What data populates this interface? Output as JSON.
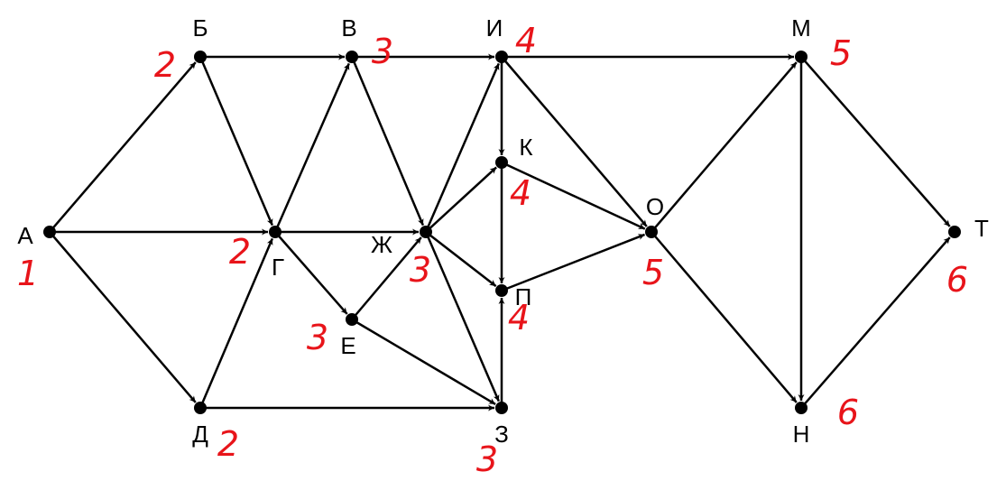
{
  "graph": {
    "nodes": [
      {
        "id": "A",
        "label": "А",
        "mark": "1"
      },
      {
        "id": "B",
        "label": "Б",
        "mark": "2"
      },
      {
        "id": "V",
        "label": "В",
        "mark": "3"
      },
      {
        "id": "I",
        "label": "И",
        "mark": "4"
      },
      {
        "id": "M",
        "label": "М",
        "mark": "5"
      },
      {
        "id": "G",
        "label": "Г",
        "mark": "2"
      },
      {
        "id": "K",
        "label": "К",
        "mark": "4"
      },
      {
        "id": "Zh",
        "label": "Ж",
        "mark": "3"
      },
      {
        "id": "O",
        "label": "О",
        "mark": "5"
      },
      {
        "id": "T",
        "label": "Т",
        "mark": "6"
      },
      {
        "id": "P",
        "label": "П",
        "mark": "4"
      },
      {
        "id": "E",
        "label": "Е",
        "mark": "3"
      },
      {
        "id": "D",
        "label": "Д",
        "mark": "2"
      },
      {
        "id": "Z",
        "label": "З",
        "mark": "3"
      },
      {
        "id": "N",
        "label": "Н",
        "mark": "6"
      }
    ],
    "edges": [
      [
        "A",
        "B"
      ],
      [
        "A",
        "G"
      ],
      [
        "A",
        "D"
      ],
      [
        "B",
        "V"
      ],
      [
        "B",
        "G"
      ],
      [
        "V",
        "I"
      ],
      [
        "V",
        "Zh"
      ],
      [
        "I",
        "M"
      ],
      [
        "I",
        "K"
      ],
      [
        "I",
        "O"
      ],
      [
        "G",
        "V"
      ],
      [
        "G",
        "Zh"
      ],
      [
        "G",
        "E"
      ],
      [
        "D",
        "G"
      ],
      [
        "D",
        "Z"
      ],
      [
        "E",
        "Zh"
      ],
      [
        "E",
        "Z"
      ],
      [
        "Zh",
        "I"
      ],
      [
        "Zh",
        "K"
      ],
      [
        "Zh",
        "P"
      ],
      [
        "Zh",
        "Z"
      ],
      [
        "K",
        "P"
      ],
      [
        "K",
        "O"
      ],
      [
        "P",
        "O"
      ],
      [
        "Z",
        "P"
      ],
      [
        "O",
        "M"
      ],
      [
        "O",
        "N"
      ],
      [
        "M",
        "N"
      ],
      [
        "M",
        "T"
      ],
      [
        "N",
        "T"
      ]
    ]
  }
}
